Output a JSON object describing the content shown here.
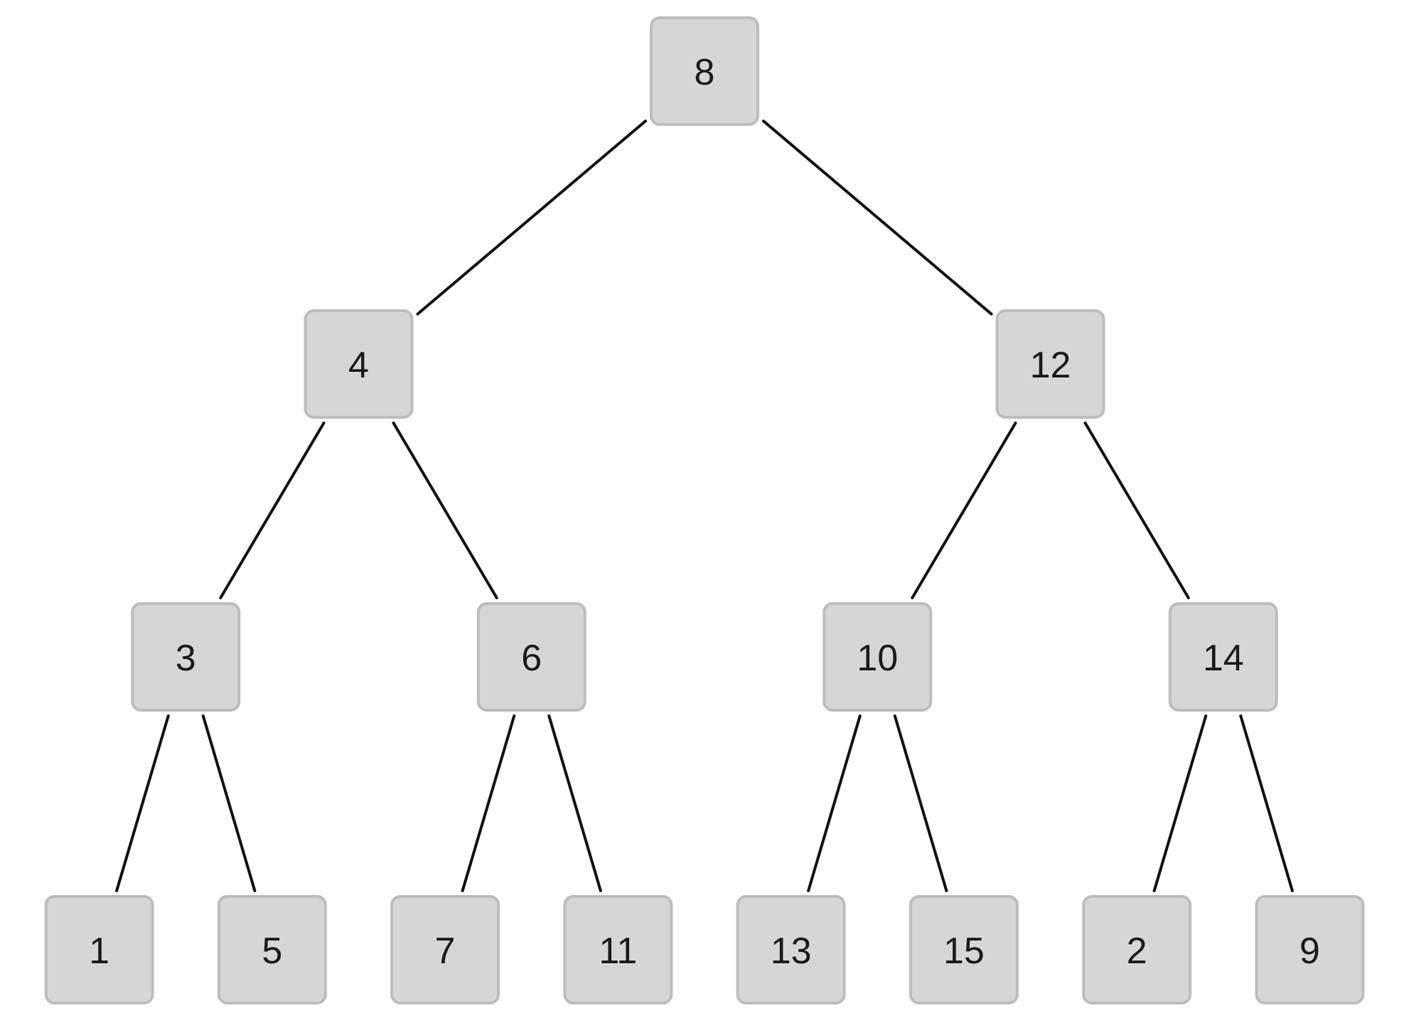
{
  "tree": {
    "value": "8",
    "children": [
      {
        "value": "4",
        "children": [
          {
            "value": "3",
            "children": [
              {
                "value": "1"
              },
              {
                "value": "5"
              }
            ]
          },
          {
            "value": "6",
            "children": [
              {
                "value": "7"
              },
              {
                "value": "11"
              }
            ]
          }
        ]
      },
      {
        "value": "12",
        "children": [
          {
            "value": "10",
            "children": [
              {
                "value": "13"
              },
              {
                "value": "15"
              }
            ]
          },
          {
            "value": "14",
            "children": [
              {
                "value": "2"
              },
              {
                "value": "9"
              }
            ]
          }
        ]
      }
    ]
  },
  "colors": {
    "node_fill": "#d6d6d6",
    "node_border": "#bdbdbd",
    "edge": "#111111",
    "text": "#1a1a1a"
  }
}
